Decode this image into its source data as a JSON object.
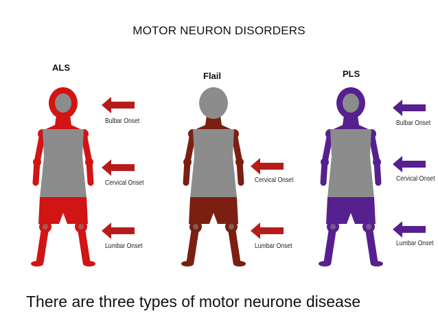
{
  "title": "MOTOR NEURON DISORDERS",
  "caption": "There are three types of motor neurone disease",
  "figures": [
    {
      "label": "ALS",
      "color": "#d11414",
      "affected": {
        "head": true,
        "arms": true,
        "legs": true
      },
      "onsets": [
        "Bulbar Onset",
        "Cervical Onset",
        "Lumbar Onset"
      ]
    },
    {
      "label": "Flail",
      "color": "#7a1f12",
      "affected": {
        "head": false,
        "arms": true,
        "legs": true
      },
      "onsets": [
        "Cervical Onset",
        "Lumbar Onset"
      ]
    },
    {
      "label": "PLS",
      "color": "#56208f",
      "affected": {
        "head": true,
        "arms": true,
        "legs": true
      },
      "onsets": [
        "Bulbar Onset",
        "Cervical Onset",
        "Lumbar Onset"
      ]
    }
  ],
  "colors": {
    "unaffected": "#8c8c8c",
    "arrow": "#b71c1c"
  },
  "icons": {
    "arrow": "left-arrow-icon"
  }
}
